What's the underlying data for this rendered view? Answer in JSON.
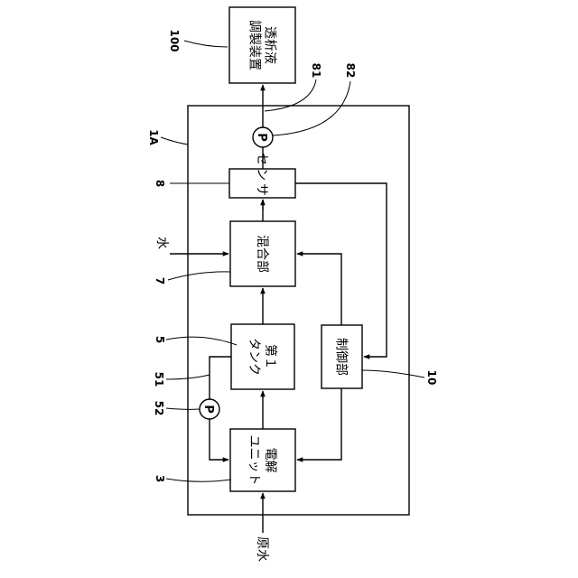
{
  "blocks": {
    "dialysate_device": [
      "透析液",
      "調製装置"
    ],
    "sensor": "センサー",
    "mixing_unit": "混合部",
    "first_tank": [
      "第１",
      "タンク"
    ],
    "control_unit": "制御部",
    "electrolysis_unit": [
      "電解",
      "ユニット"
    ]
  },
  "io_labels": {
    "water": "水",
    "raw_water": "原水"
  },
  "pump_label": "P",
  "reference_numerals": {
    "device": "100",
    "pump_81": "81",
    "line_82": "82",
    "system_1a": "1A",
    "sensor_8": "8",
    "mixing_7": "7",
    "tank_5": "5",
    "line_51": "51",
    "pump_52": "52",
    "electrolysis_3": "3",
    "control_10": "10"
  },
  "colors": {
    "stroke": "#000000",
    "background": "#ffffff"
  }
}
